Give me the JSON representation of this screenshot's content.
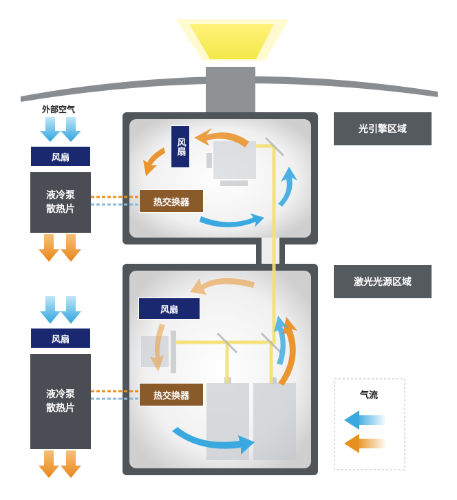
{
  "labels": {
    "outside_air": "外部空气",
    "optics_zone": "光引擎区域",
    "laser_zone": "激光光源区域",
    "fan": "风扇",
    "radiator": "液冷泵\n散热片",
    "heat_exchanger": "热交换器",
    "airflow": "气流"
  },
  "colors": {
    "cold_air": "#3aa9e0",
    "hot_air": "#e8901e",
    "light": "#f2e04a",
    "navy": "#1a2870",
    "brown": "#8b5a2b",
    "dark": "#555a5f"
  },
  "icons": {
    "lamp": "light-beam-icon",
    "blue_arrow": "cold-airflow-arrow-icon",
    "orange_arrow": "hot-airflow-arrow-icon"
  }
}
